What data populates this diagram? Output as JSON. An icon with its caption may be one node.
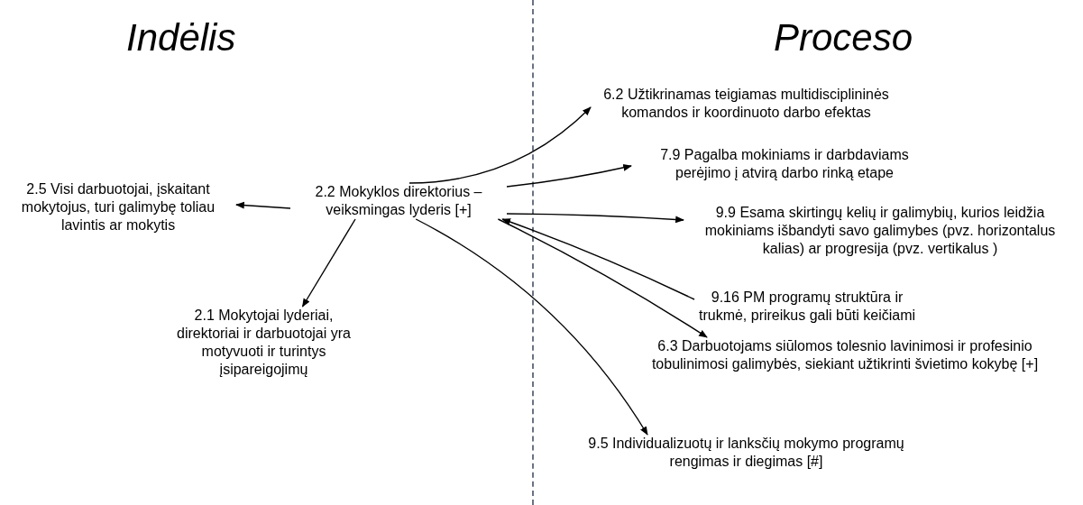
{
  "diagram": {
    "nodes": [
      {
        "text": [
          "2.2 Mokyklos direktorius – veiksmingas lyderis [+]"
        ]
      },
      {
        "text": [
          "2.5 Visi darbuotojai, įskaitant mokytojus, turi galimybę toliau lavintis ar mokytis"
        ]
      },
      {
        "text": [
          "2.1 Mokytojai lyderiai, direktoriai ir darbuotojai yra motyvuoti ir turintys įsipareigojimų"
        ]
      },
      {
        "text": [
          "6.2 Užtikrinamas teigiamas multidisciplininės komandos ir koordinuoto darbo efektas"
        ]
      },
      {
        "text": [
          "7.9 Pagalba mokiniams ir darbdaviams perėjimo į atvirą darbo rinką etape"
        ]
      },
      {
        "text": [
          "9.9 Esama skirtingų kelių ir galimybių, kurios leidžia mokiniams išbandyti savo galimybes (pvz. horizontalus kalias) ar progresija (pvz. vertikalus )"
        ]
      },
      {
        "text": [
          "9.16 PM programų struktūra ir trukmė, prireikus gali būti keičiami"
        ]
      },
      {
        "text": [
          "6.3 Darbuotojams siūlomos tolesnio lavinimosi ir profesinio tobulinimosi galimybės, siekiant užtikrinti švietimo kokybę [+]"
        ]
      },
      {
        "text": [
          "9.5 Individualizuotų ir lanksčių mokymo programų rengimas ir diegimas [#]"
        ]
      }
    ],
    "edges": [
      {
        "from": 0,
        "to": 1,
        "arrow": "to"
      },
      {
        "from": 0,
        "to": 2,
        "arrow": "to"
      },
      {
        "from": 0,
        "to": 3,
        "arrow": "to"
      },
      {
        "from": 0,
        "to": 4,
        "arrow": "to"
      },
      {
        "from": 0,
        "to": 5,
        "arrow": "to"
      },
      {
        "from": 6,
        "to": 0,
        "arrow": "to"
      },
      {
        "from": 0,
        "to": 7,
        "arrow": "to"
      },
      {
        "from": 0,
        "to": 8,
        "arrow": "to"
      }
    ],
    "labels": [
      "Indėlis",
      "Proceso"
    ]
  }
}
